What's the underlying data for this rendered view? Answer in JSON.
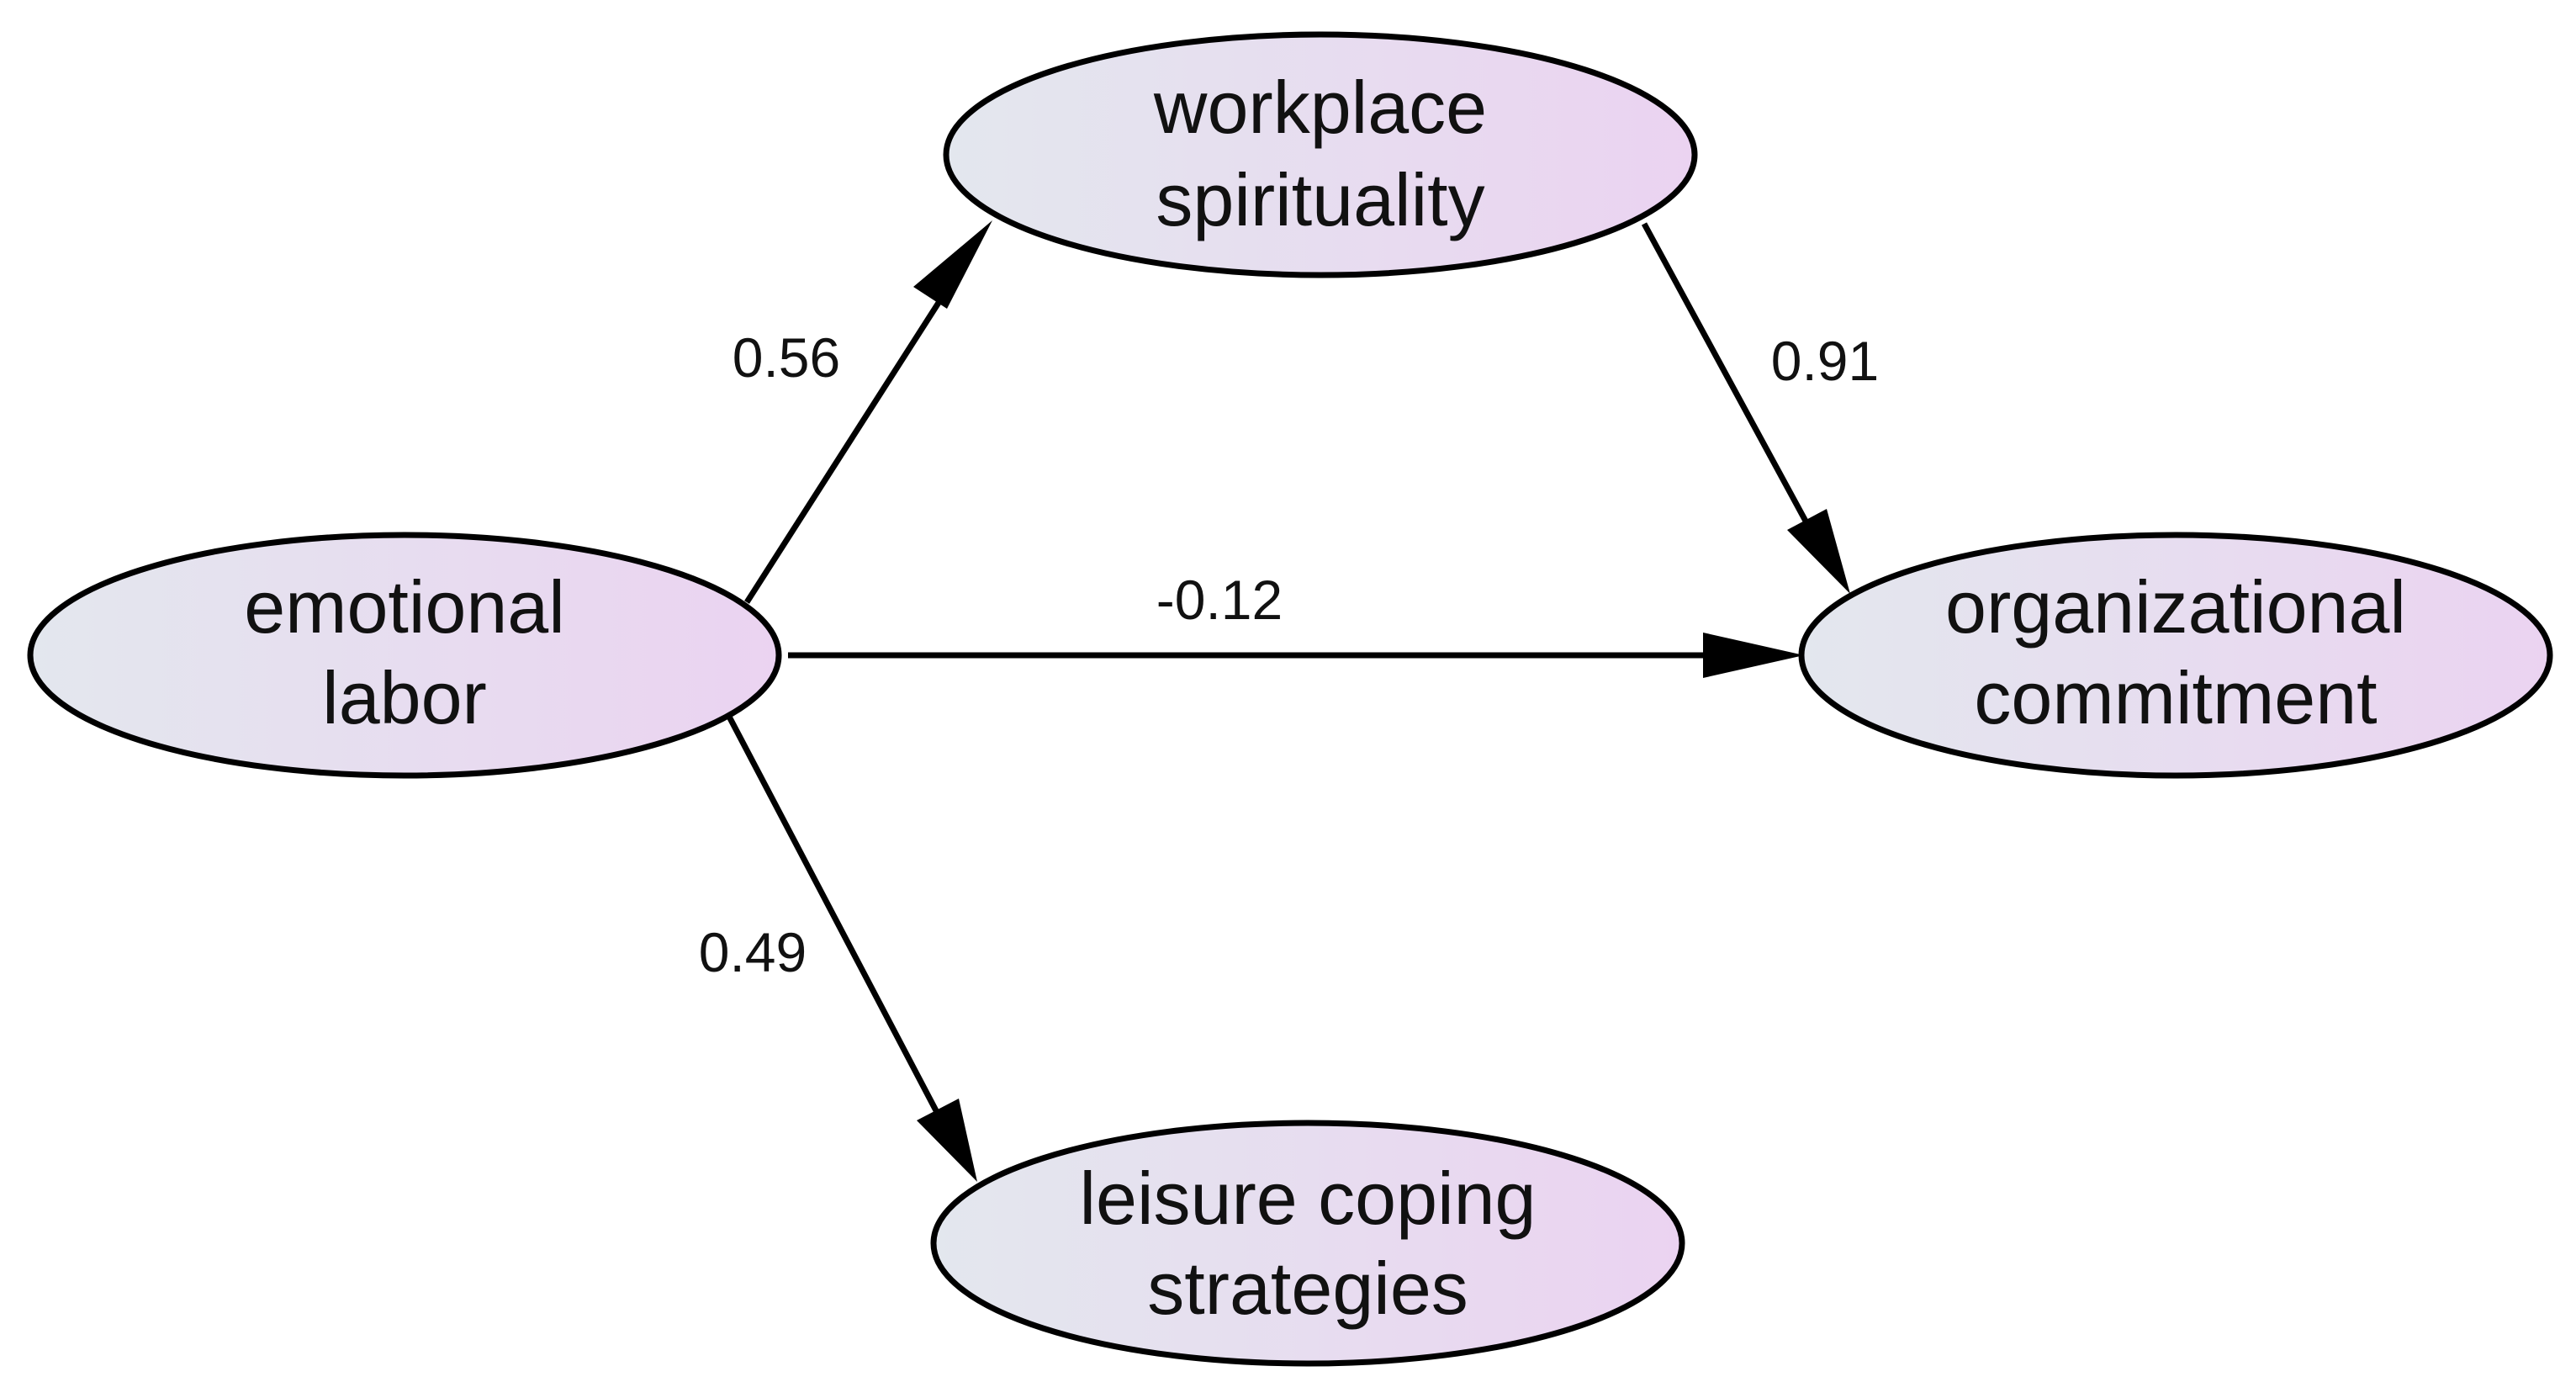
{
  "diagram": {
    "colors": {
      "node_fill_left": "#e3e7ee",
      "node_fill_right": "#ebd3f1",
      "stroke": "#000000",
      "text": "#111111"
    },
    "nodes": [
      {
        "id": "emotional_labor",
        "lines": [
          "emotional",
          "labor"
        ]
      },
      {
        "id": "workplace_spirituality",
        "lines": [
          "workplace",
          "spirituality"
        ]
      },
      {
        "id": "organizational_commitment",
        "lines": [
          "organizational",
          "commitment"
        ]
      },
      {
        "id": "leisure_coping_strategies",
        "lines": [
          "leisure coping",
          "strategies"
        ]
      }
    ],
    "paths": [
      {
        "from": "emotional_labor",
        "to": "workplace_spirituality",
        "coefficient": "0.56"
      },
      {
        "from": "workplace_spirituality",
        "to": "organizational_commitment",
        "coefficient": "0.91"
      },
      {
        "from": "emotional_labor",
        "to": "organizational_commitment",
        "coefficient": "-0.12"
      },
      {
        "from": "emotional_labor",
        "to": "leisure_coping_strategies",
        "coefficient": "0.49"
      }
    ]
  }
}
